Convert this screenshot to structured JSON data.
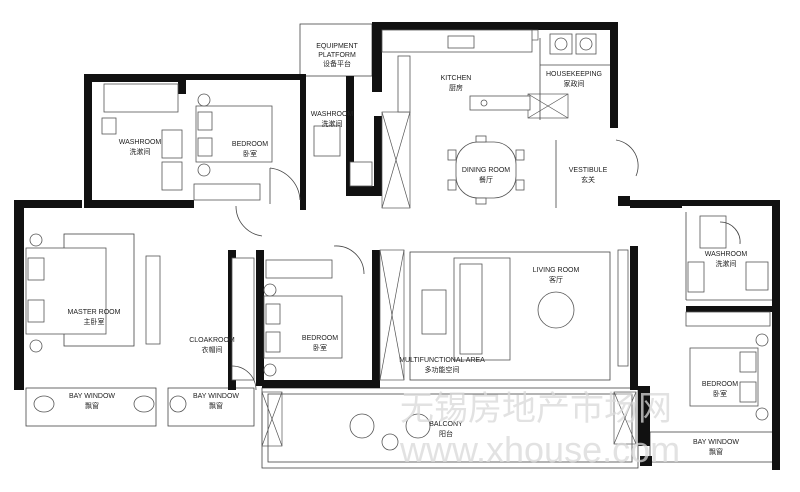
{
  "rooms": {
    "equipment_platform": {
      "en": "EQUIPMENT\nPLATFORM",
      "cn": "设备平台"
    },
    "kitchen": {
      "en": "KITCHEN",
      "cn": "厨房"
    },
    "housekeeping": {
      "en": "HOUSEKEEPING",
      "cn": "家政间"
    },
    "washroom_left": {
      "en": "WASHROOM",
      "cn": "洗漱间"
    },
    "bedroom_top": {
      "en": "BEDROOM",
      "cn": "卧室"
    },
    "washroom_mid": {
      "en": "WASHROOM",
      "cn": "洗漱间"
    },
    "dining_room": {
      "en": "DINING ROOM",
      "cn": "餐厅"
    },
    "vestibule": {
      "en": "VESTIBULE",
      "cn": "玄关"
    },
    "washroom_right": {
      "en": "WASHROOM",
      "cn": "洗漱间"
    },
    "master_room": {
      "en": "MASTER ROOM",
      "cn": "主卧室"
    },
    "cloakroom": {
      "en": "CLOAKROOM",
      "cn": "衣帽间"
    },
    "bedroom_mid": {
      "en": "BEDROOM",
      "cn": "卧室"
    },
    "living_room": {
      "en": "LIVING ROOM",
      "cn": "客厅"
    },
    "multifunctional_area": {
      "en": "MULTIFUNCTIONAL AREA",
      "cn": "多功能空间"
    },
    "bedroom_right": {
      "en": "BEDROOM",
      "cn": "卧室"
    },
    "bay_window_1": {
      "en": "BAY WINDOW",
      "cn": "飘窗"
    },
    "bay_window_2": {
      "en": "BAY WINDOW",
      "cn": "飘窗"
    },
    "balcony": {
      "en": "BALCONY",
      "cn": "阳台"
    },
    "bay_window_3": {
      "en": "BAY WINDOW",
      "cn": "飘窗"
    }
  },
  "watermark": {
    "line1": "无锡房地产市场网",
    "line2": "www.xhouse.com"
  },
  "colors": {
    "wall": "#111111",
    "line": "#555555",
    "watermark": "#d9d9d9"
  }
}
